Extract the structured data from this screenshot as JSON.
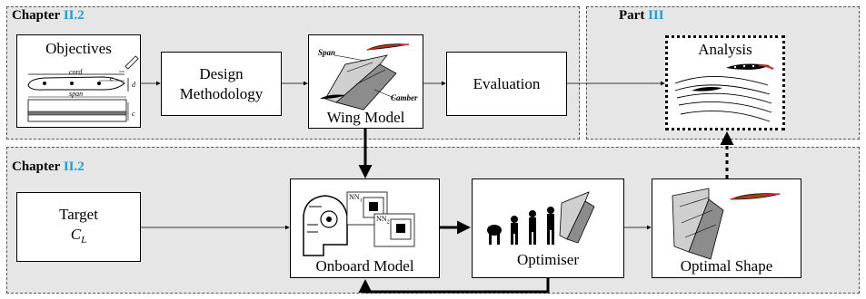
{
  "regions": {
    "top_chapter": {
      "word": "Chapter",
      "ref": "II.2"
    },
    "top_part": {
      "word": "Part",
      "ref": "III"
    },
    "bottom_chapter": {
      "word": "Chapter",
      "ref": "II.2"
    }
  },
  "boxes": {
    "objectives": {
      "label": "Objectives",
      "cord": "cord",
      "span": "span",
      "c": "c",
      "d": "d"
    },
    "design": {
      "line1": "Design",
      "line2": "Methodology"
    },
    "wing_model": {
      "label": "Wing Model",
      "span": "Span",
      "camber": "Camber"
    },
    "evaluation": {
      "label": "Evaluation"
    },
    "analysis": {
      "label": "Analysis"
    },
    "target": {
      "line1": "Target",
      "line2": "C",
      "sub": "L"
    },
    "onboard": {
      "label": "Onboard Model",
      "nn1": "NN",
      "nn1_sub": "1",
      "nn2": "NN",
      "nn2_sub": "2"
    },
    "optimiser": {
      "label": "Optimiser"
    },
    "optimal": {
      "label": "Optimal Shape"
    }
  },
  "colors": {
    "region_fill": "#e6e6e6",
    "ref_blue": "#1a9fd9",
    "airfoil_red": "#d42020",
    "airfoil_brown": "#8a5a1c"
  }
}
